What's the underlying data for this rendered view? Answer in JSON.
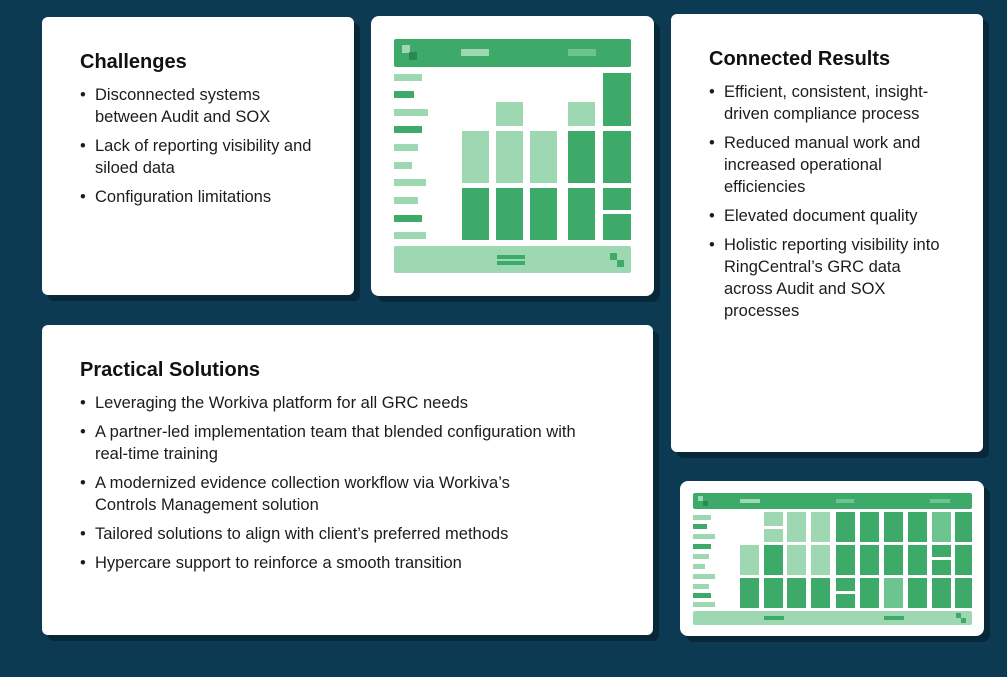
{
  "colors": {
    "background": "#0c3a52",
    "card": "#ffffff",
    "green_dark": "#3daa6a",
    "green_mid": "#6cc48f",
    "green_light": "#9dd8b2"
  },
  "challenges": {
    "title": "Challenges",
    "items": [
      "Disconnected systems between Audit and SOX",
      "Lack of reporting visibility and siloed data",
      "Configuration limitations"
    ]
  },
  "results": {
    "title": "Connected Results",
    "items": [
      "Efficient, consistent, insight-driven compliance process",
      "Reduced manual work and increased operational efficiencies",
      "Elevated document quality",
      "Holistic reporting visibility into RingCentral’s GRC data across Audit and SOX processes"
    ]
  },
  "solutions": {
    "title": "Practical Solutions",
    "items": [
      "Leveraging the Workiva platform for all GRC needs",
      "A partner-led implementation team that blended configuration with real-time training",
      "A modernized evidence collection workflow via Workiva’s Controls Management solution",
      "Tailored solutions to align with client’s preferred methods",
      "Hypercare support to reinforce a smooth transition"
    ]
  },
  "illustrations": [
    {
      "icon": "dashboard-illustration-icon"
    },
    {
      "icon": "dashboard-grid-illustration-icon"
    }
  ]
}
